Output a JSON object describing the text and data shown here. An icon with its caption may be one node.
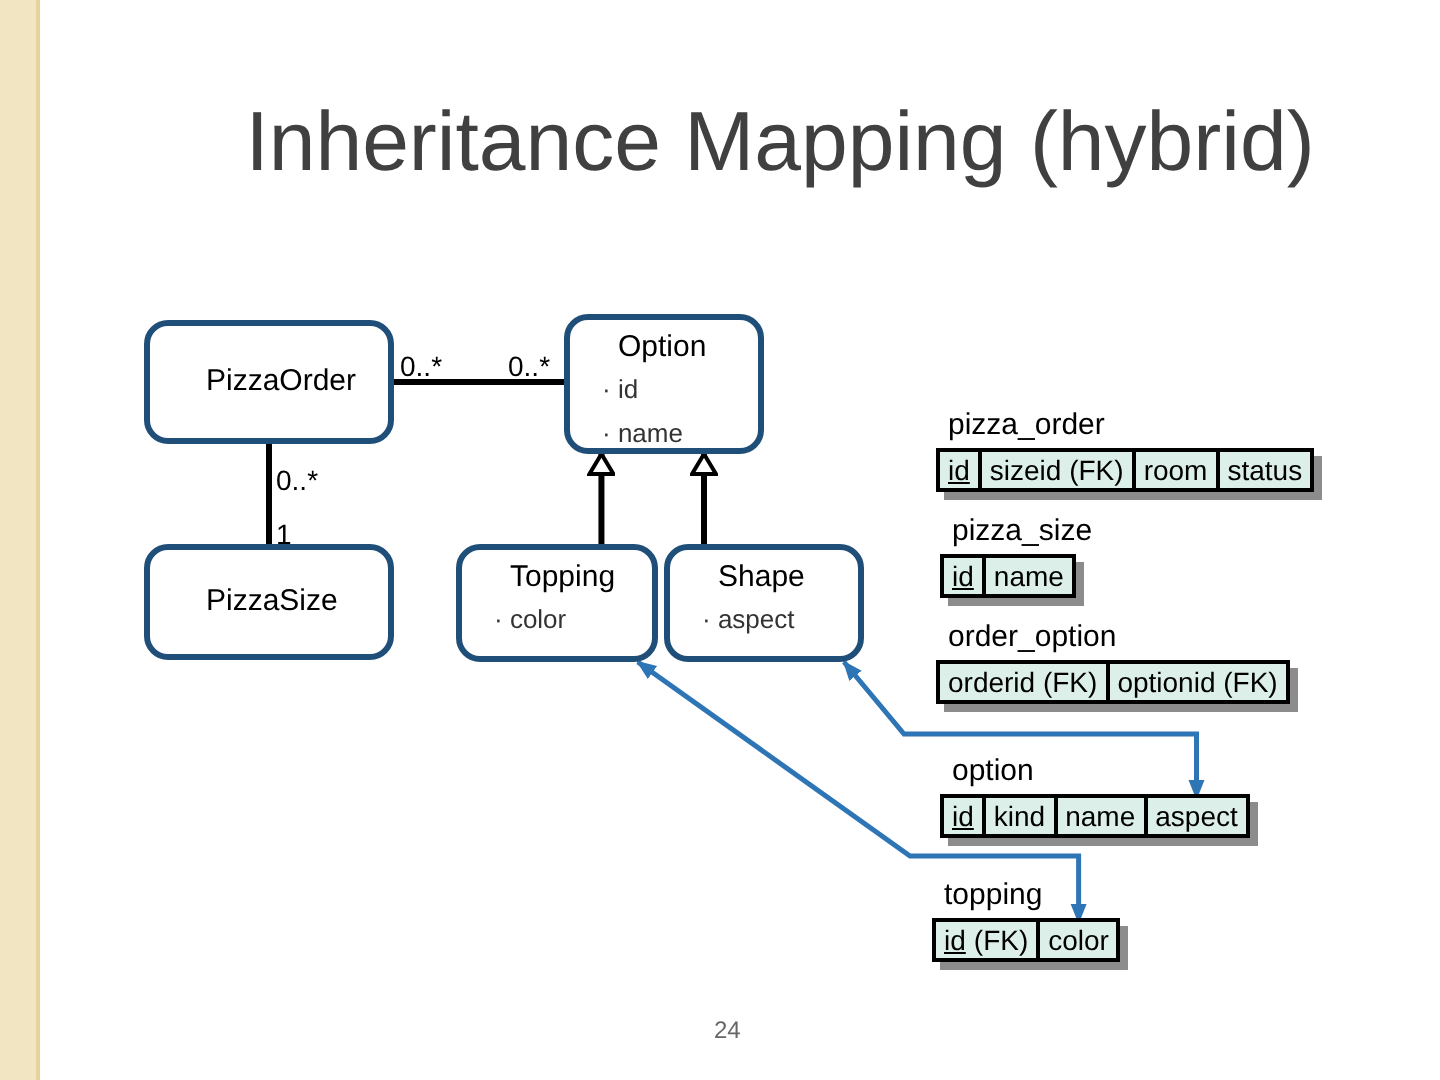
{
  "diagram": {
    "title": "Inheritance Mapping (hybrid)",
    "nodes": [
      {
        "text": [
          "PizzaOrder"
        ]
      },
      {
        "text": [
          "PizzaSize"
        ]
      },
      {
        "text": [
          "Option",
          "· id",
          "· name"
        ]
      },
      {
        "text": [
          "Topping",
          "· color"
        ]
      },
      {
        "text": [
          "Shape",
          "· aspect"
        ]
      },
      {
        "text": [
          "pizza_order"
        ]
      },
      {
        "text": [
          "id"
        ],
        "in": 5
      },
      {
        "text": [
          "sizeid (FK)"
        ],
        "in": 5
      },
      {
        "text": [
          "room"
        ],
        "in": 5
      },
      {
        "text": [
          "status"
        ],
        "in": 5
      },
      {
        "text": [
          "pizza_size"
        ]
      },
      {
        "text": [
          "id"
        ],
        "in": 10
      },
      {
        "text": [
          "name"
        ],
        "in": 10
      },
      {
        "text": [
          "order_option"
        ]
      },
      {
        "text": [
          "orderid (FK)"
        ],
        "in": 13
      },
      {
        "text": [
          "optionid (FK)"
        ],
        "in": 13
      },
      {
        "text": [
          "option"
        ]
      },
      {
        "text": [
          "id"
        ],
        "in": 16
      },
      {
        "text": [
          "kind"
        ],
        "in": 16
      },
      {
        "text": [
          "name"
        ],
        "in": 16
      },
      {
        "text": [
          "aspect"
        ],
        "in": 16
      },
      {
        "text": [
          "topping"
        ]
      },
      {
        "text": [
          "id",
          "(FK)"
        ],
        "in": 21
      },
      {
        "text": [
          "color"
        ],
        "in": 21
      }
    ],
    "edges": [
      {
        "from": 0,
        "to": 2,
        "arrow": "none"
      },
      {
        "from": 0,
        "to": 1,
        "arrow": "none"
      },
      {
        "from": 3,
        "to": 2,
        "arrow": "to"
      },
      {
        "from": 4,
        "to": 2,
        "arrow": "to"
      },
      {
        "from": 23,
        "to": 3,
        "arrow": "both",
        "color": "#2e75b6"
      },
      {
        "from": 20,
        "to": 4,
        "arrow": "both",
        "color": "#2e75b6"
      }
    ],
    "labels": [
      "0..*",
      "0..*",
      "0..*",
      "1",
      "24"
    ]
  }
}
